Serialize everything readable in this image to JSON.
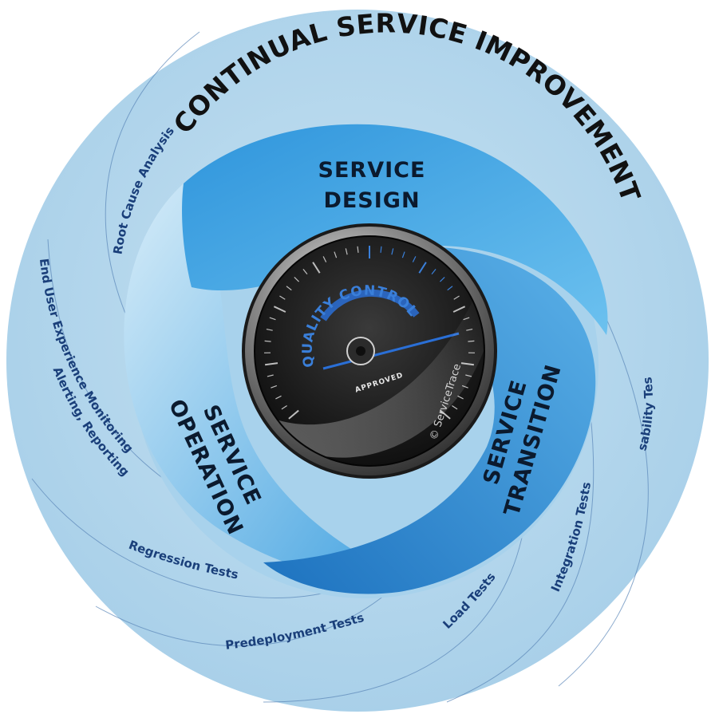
{
  "outer_ring": {
    "title": "CONTINUAL SERVICE IMPROVEMENT",
    "labels": [
      "Root Cause Analysis",
      "End User Experience Monitoring",
      "Alerting, Reporting",
      "Regression Tests",
      "Predeployment Tests",
      "Load Tests",
      "Integration Tests",
      "Usability Tests"
    ]
  },
  "phases": {
    "design": [
      "SERVICE",
      "DESIGN"
    ],
    "transition": [
      "SERVICE",
      "TRANSITION"
    ],
    "operation": [
      "SERVICE",
      "OPERATION"
    ]
  },
  "gauge": {
    "title": "QUALITY CONTROL",
    "status": "APPROVED",
    "credit": "© ServiceTrace"
  },
  "colors": {
    "outer_ring": "#b8d8ec",
    "inner_disc": "#a4cfea",
    "design": "#3a9de0",
    "transition": "#2a86d0",
    "operation": "#5ab2e6",
    "gauge_face": "#1c1c1c",
    "gauge_accent": "#2a6fd6"
  }
}
